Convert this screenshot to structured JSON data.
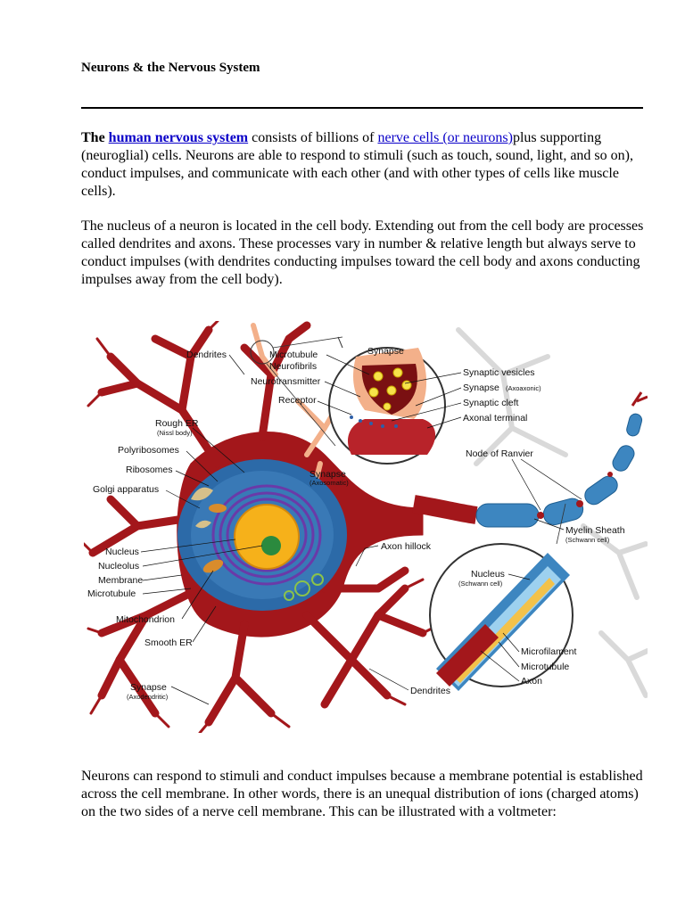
{
  "document": {
    "title": "Neurons & the Nervous System",
    "paragraph1": {
      "lead": "The ",
      "link1": "human nervous system",
      "text1": " consists of billions of ",
      "link2": "nerve cells (or neurons)",
      "text2": "plus supporting (neuroglial) cells. Neurons are able to respond to stimuli (such as touch, sound, light, and so on), conduct impulses, and communicate with each other (and with other types of cells like muscle cells)."
    },
    "paragraph2": "The nucleus of a neuron is located in the cell body. Extending out from the cell body are processes called dendrites and axons. These processes vary in number & relative length but always serve to conduct impulses (with dendrites conducting impulses toward the cell body and axons conducting impulses away from the cell body).",
    "paragraph3": "Neurons can respond to stimuli and conduct impulses because a membrane potential is established across the cell membrane. In other words, there is an unequal distribution of ions (charged atoms) on the two sides of a nerve cell membrane. This can be illustrated with a voltmeter:"
  },
  "diagram_labels": {
    "dendrites_top": "Dendrites",
    "microtubule_top": "Microtubule",
    "neurofibrils": "Neurofibrils",
    "neurotransmitter": "Neurotransmitter",
    "receptor": "Receptor",
    "synapse_top": "Synapse",
    "synaptic_vesicles": "Synaptic vesicles",
    "synapse_axoaxonic": "Synapse",
    "axoaxonic": "(Axoaxonic)",
    "synaptic_cleft": "Synaptic cleft",
    "axonal_terminal": "Axonal terminal",
    "rough_er": "Rough ER",
    "nissl_body": "(Nissl body)",
    "polyribosomes": "Polyribosomes",
    "ribosomes": "Ribosomes",
    "golgi": "Golgi apparatus",
    "synapse_axosomatic": "Synapse",
    "axosomatic": "(Axosomatic)",
    "node_of_ranvier": "Node of Ranvier",
    "myelin_sheath": "Myelin Sheath",
    "schwann_cell": "(Schwann cell)",
    "axon_hillock": "Axon hillock",
    "nucleus": "Nucleus",
    "nucleolus": "Nucleolus",
    "membrane": "Membrane",
    "microtubule": "Microtubule",
    "mitochondrion": "Mitochondrion",
    "smooth_er": "Smooth ER",
    "synapse_axodendritic": "Synapse",
    "axodendritic": "(Axodendritic)",
    "dendrites_bottom": "Dendrites",
    "nucleus_schwann": "Nucleus",
    "schwann_cell_2": "(Schwann cell)",
    "microfilament": "Microfilament",
    "microtubule_inset": "Microtubule",
    "axon": "Axon"
  },
  "colors": {
    "neuron_red": "#a3171b",
    "axon_blue": "#3d86c0",
    "nucleus_yellow": "#f6b11a",
    "cytoplasm_blue": "#2c6aa8",
    "link_blue": "#0a00c8"
  }
}
